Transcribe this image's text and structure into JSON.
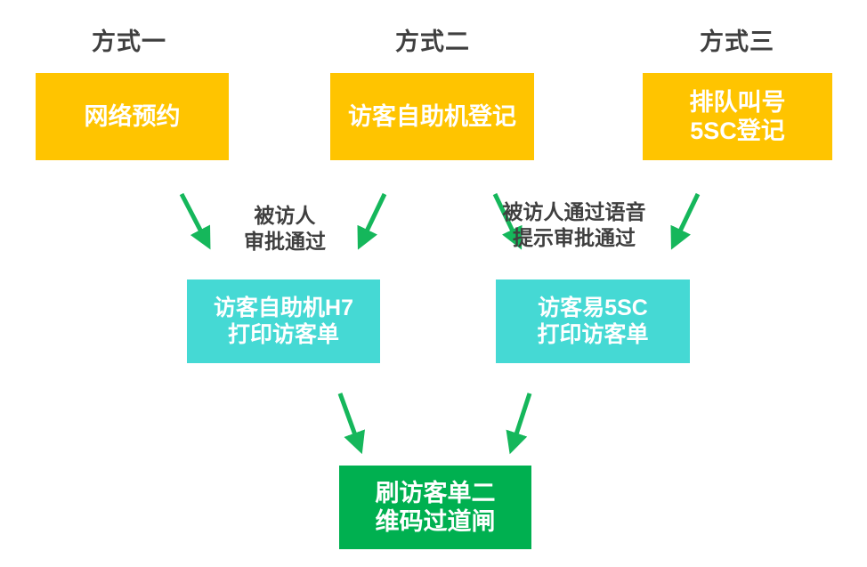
{
  "diagram": {
    "title_row": [
      {
        "label": "方式一"
      },
      {
        "label": "方式二"
      },
      {
        "label": "方式三"
      }
    ],
    "colors": {
      "source_box": "#FFC400",
      "print_box": "#45D9D4",
      "final_box": "#00B050",
      "arrow": "#15B75B",
      "text_dark": "#3F3F3F",
      "text_light": "#FFFFFF",
      "background": "#FFFFFF"
    },
    "source_nodes": [
      {
        "label": "网络预约"
      },
      {
        "label": "访客自助机登记"
      },
      {
        "label": "排队叫号\n5SC登记"
      }
    ],
    "edge_labels": [
      {
        "label": "被访人\n审批通过"
      },
      {
        "label": "被访人通过语音\n提示审批通过"
      }
    ],
    "print_nodes": [
      {
        "label": "访客自助机H7\n打印访客单"
      },
      {
        "label": "访客易5SC\n打印访客单"
      }
    ],
    "final_node": {
      "label": "刷访客单二\n维码过道闸"
    }
  }
}
